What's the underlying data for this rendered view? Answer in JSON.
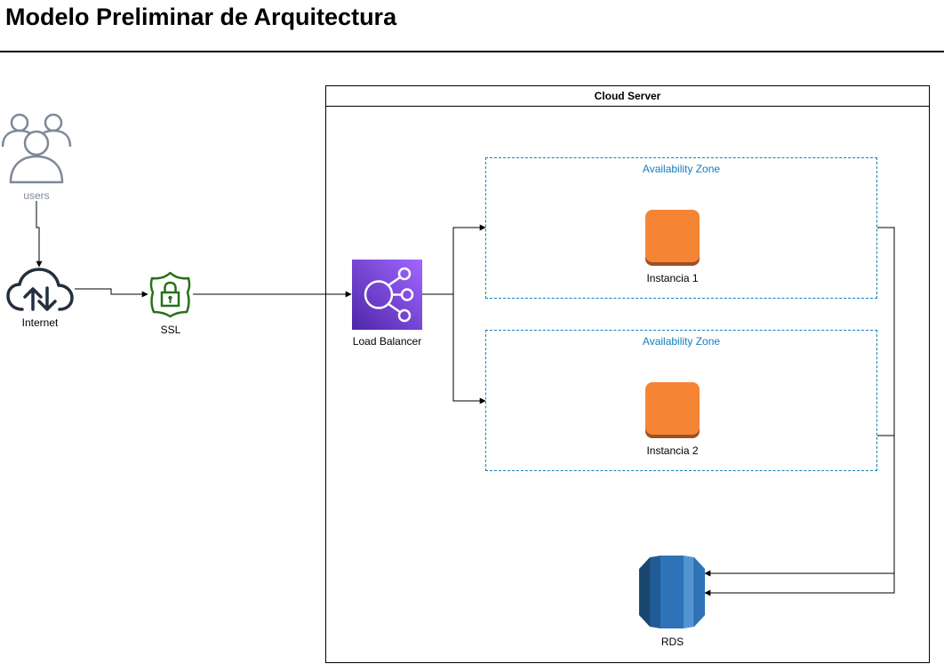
{
  "title": "Modelo Preliminar de Arquitectura",
  "cloud_server": {
    "label": "Cloud Server"
  },
  "nodes": {
    "users": "users",
    "internet": "Internet",
    "ssl": "SSL",
    "load_balancer": "Load Balancer",
    "instance1": "Instancia 1",
    "instance2": "Instancia 2",
    "rds": "RDS"
  },
  "availability_zones": [
    {
      "label": "Availability Zone"
    },
    {
      "label": "Availability Zone"
    }
  ],
  "colors": {
    "users_icon": "#7d8998",
    "internet_icon": "#232f3e",
    "ssl_icon": "#277116",
    "load_balancer_bg": "#8c4fff",
    "instance_fill": "#f58534",
    "instance_shadow": "#9d5025",
    "availability_zone_border": "#147eba",
    "rds_dark": "#1a476f",
    "rds_mid": "#2e73b8",
    "rds_light": "#5294cf"
  },
  "icons": {
    "users": "users-icon",
    "internet": "internet-cloud-icon",
    "ssl": "ssl-shield-lock-icon",
    "load_balancer": "load-balancer-icon",
    "instance": "ec2-instance-icon",
    "rds": "rds-database-icon"
  }
}
